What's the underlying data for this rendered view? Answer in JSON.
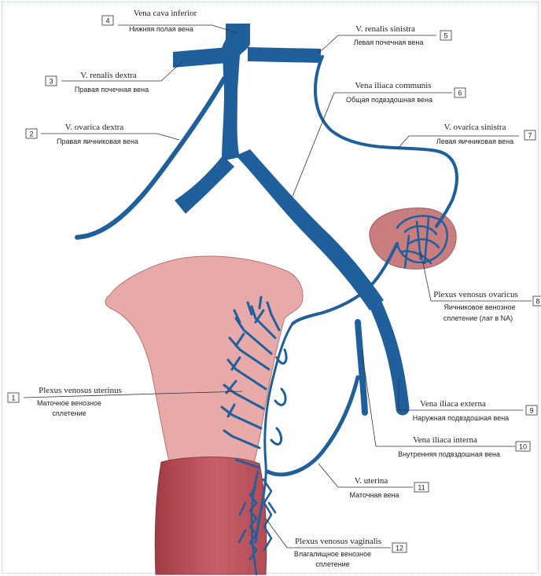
{
  "labels": [
    {
      "num": "4",
      "latin": "Vena cava inferior",
      "russian": "Нижняя полая вена"
    },
    {
      "num": "5",
      "latin": "V. renalis sinistra",
      "russian": "Левая почечная вена"
    },
    {
      "num": "3",
      "latin": "V. renalis dextra",
      "russian": "Правая почечная вена"
    },
    {
      "num": "6",
      "latin": "Vena iliaca communis",
      "russian": "Общая подвздошная вена"
    },
    {
      "num": "2",
      "latin": "V. ovarica dextra",
      "russian": "Правая яичниковая вена"
    },
    {
      "num": "7",
      "latin": "V. ovarica sinistra",
      "russian": "Левая яичниковая вена"
    },
    {
      "num": "8",
      "latin": "Plexus venosus ovaricus",
      "russian": "Яичниковое венозное",
      "russian2": "сплетение (лат в NA)"
    },
    {
      "num": "1",
      "latin": "Plexus venosus uterinus",
      "russian": "Маточное венозное",
      "russian2": "сплетение"
    },
    {
      "num": "9",
      "latin": "Vena iliaca externa",
      "russian": "Наружная подвздошная вена"
    },
    {
      "num": "10",
      "latin": "Vena iliaca interna",
      "russian": "Внутренняя подвздошная вена"
    },
    {
      "num": "11",
      "latin": "V. uterina",
      "russian": "Маточная вена"
    },
    {
      "num": "12",
      "latin": "Plexus venosus vaginalis",
      "russian": "Влагалищное венозное",
      "russian2": "сплетение"
    }
  ],
  "colors": {
    "vein": "#1f5f9b",
    "uterus": "#e8aaa9",
    "ovary": "#c97d7e",
    "cervix": "#b04b52"
  }
}
